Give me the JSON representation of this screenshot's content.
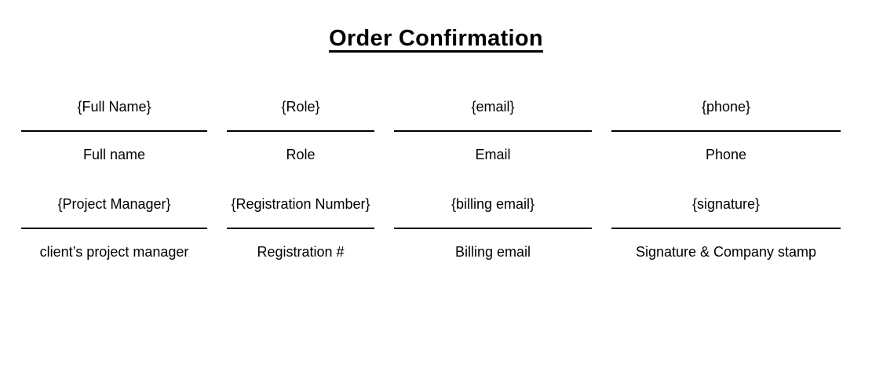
{
  "title": "Order Confirmation",
  "fields": [
    {
      "value": "{Full Name}",
      "label": "Full name"
    },
    {
      "value": "{Role}",
      "label": "Role"
    },
    {
      "value": "{email}",
      "label": "Email"
    },
    {
      "value": "{phone}",
      "label": "Phone"
    },
    {
      "value": "{Project Manager}",
      "label": "client’s project manager"
    },
    {
      "value": "{Registration Number}",
      "label": "Registration #"
    },
    {
      "value": "{billing email}",
      "label": "Billing email"
    },
    {
      "value": "{signature}",
      "label": "Signature & Company stamp"
    }
  ]
}
